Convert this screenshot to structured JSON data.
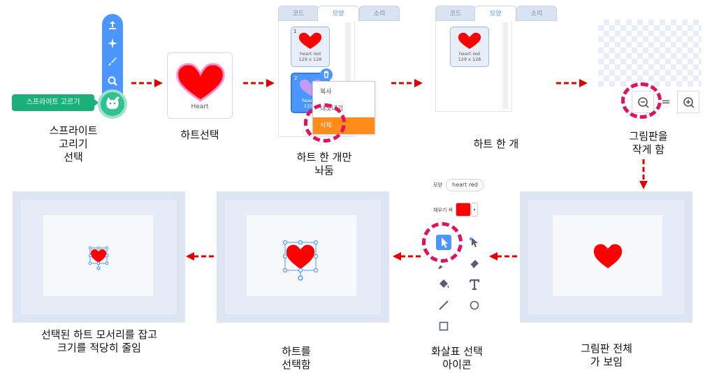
{
  "captions": {
    "step1": "스프라이트\n고리기\n선택",
    "step2": "하트선택",
    "step3": "하트 한 개만\n놔둠",
    "step4": "하트 한 개",
    "step5": "그림판을\n작게 함",
    "step6": "그림판 전체\n가 보임",
    "step7": "화살표 선택\n아이콘",
    "step8": "하트를\n선택함",
    "step9": "선택된 하트 모서리를 잡고\n크기를 적당히 줄임"
  },
  "sprite_menu": {
    "choose_label": "스프라이트 고르기",
    "icons": [
      "upload-icon",
      "sparkle-icon",
      "paint-icon",
      "search-icon",
      "cat-icon"
    ]
  },
  "heart_tile": {
    "label": "Heart"
  },
  "tabs": {
    "code": "코드",
    "costume": "모양",
    "sound": "소리"
  },
  "costume1": {
    "num": "1",
    "name": "heart red",
    "size": "129 x 128"
  },
  "costume2": {
    "num": "2",
    "name": "heart p",
    "size": "133 x"
  },
  "context_menu": {
    "duplicate": "복사",
    "export": "내보내기",
    "delete": "삭제"
  },
  "paint_editor": {
    "costume_label": "모양",
    "costume_name": "heart red",
    "fill_label": "채우기 색",
    "fill_color": "#ff0000"
  },
  "colors": {
    "accent": "#4c97ff",
    "heart": "#ff0000",
    "highlight_ring": "#e0115f",
    "arrow": "#e00000",
    "delete": "#ff8c1a",
    "choose_button": "#19b07a"
  }
}
